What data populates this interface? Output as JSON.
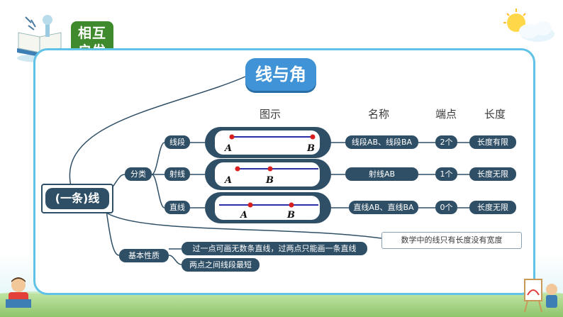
{
  "header": {
    "badge_line1": "相互",
    "badge_line2": "启发"
  },
  "title": "线与角",
  "columns": {
    "figure": "图示",
    "name": "名称",
    "endpoints": "端点",
    "length": "长度"
  },
  "root": "(一条)线",
  "branches": {
    "classify": "分类",
    "basic": "基本性质"
  },
  "rows": [
    {
      "label": "线段",
      "name": "线段AB、线段BA",
      "endpoints": "2个",
      "length": "长度有限",
      "point_a": "A",
      "point_b": "B"
    },
    {
      "label": "射线",
      "name": "射线AB",
      "endpoints": "1个",
      "length": "长度无限",
      "point_a": "A",
      "point_b": "B"
    },
    {
      "label": "直线",
      "name": "直线AB、直线BA",
      "endpoints": "0个",
      "length": "长度无限",
      "point_a": "A",
      "point_b": "B"
    }
  ],
  "properties": [
    "过一点可画无数条直线，过两点只能画一条直线",
    "两点之间线段最短"
  ],
  "note": "数学中的线只有长度没有宽度",
  "colors": {
    "accent": "#3f93d6",
    "node": "#2f4f66",
    "badge": "#3f8a2c",
    "frame": "#5fc2e6",
    "point": "#d81e1e",
    "line": "#2b2fa8"
  }
}
